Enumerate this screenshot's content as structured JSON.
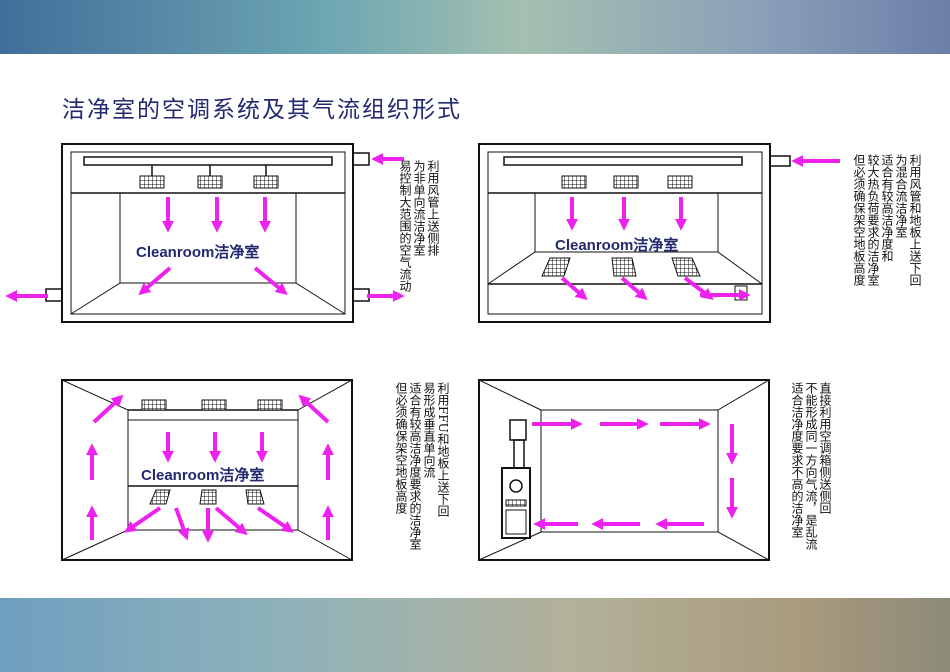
{
  "slide": {
    "title": "洁净室的空调系统及其气流组织形式"
  },
  "panels": [
    {
      "id": "top-left",
      "room_label": "Cleanroom洁净室",
      "description": "利用风管上送侧排\n为非单向流洁净室\n易控制大范围的空气流动"
    },
    {
      "id": "top-right",
      "room_label": "Cleanroom洁净室",
      "description": "利用风管和地板上送下回\n为混合流洁净室\n适合有较高洁净度和\n较大热负荷要求的洁净室\n但必须确保架空地板高度"
    },
    {
      "id": "bottom-left",
      "room_label": "Cleanroom洁净室",
      "description": "利用FFU和地板上送下回\n易形成垂直单向流\n适合有较高洁净度要求的洁净室\n但必须确保架空地板高度"
    },
    {
      "id": "bottom-right",
      "room_label": "",
      "description": "直接利用空调箱侧送侧回\n不能形成同一方向气流，是乱流\n适合洁净度要求不高的洁净室"
    }
  ],
  "colors": {
    "arrow": "#ee22ee",
    "label": "#22296e",
    "line": "#111111"
  }
}
